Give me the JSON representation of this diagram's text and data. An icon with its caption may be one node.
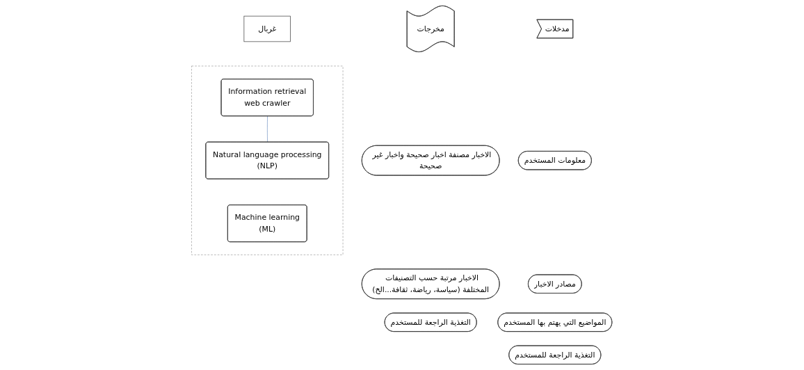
{
  "diagram": {
    "nodes": [
      {
        "text": [
          "مدخلات"
        ]
      },
      {
        "text": [
          "غربال"
        ]
      },
      {
        "text": [
          "مخرجات"
        ]
      },
      {
        "text": [],
        "shape": "box"
      },
      {
        "text": [
          "Information retrieval",
          "web crawler"
        ],
        "in": 3
      },
      {
        "text": [
          "Natural language processing",
          "(NLP)"
        ],
        "in": 3
      },
      {
        "text": [
          "Machine learning",
          "(ML)"
        ],
        "in": 3
      },
      {
        "text": [
          "معلومات المستخدم"
        ]
      },
      {
        "text": [
          "مصادر الاخبار"
        ]
      },
      {
        "text": [
          "المواضيع التي يهتم بها المستخدم"
        ]
      },
      {
        "text": [
          "التغذية الراجعة للمستخدم"
        ]
      },
      {
        "text": [
          "الاخبار مصنفة اخبار صحيحة واخبار غير صحيحة"
        ]
      },
      {
        "text": [
          "الاخبار مرتبة حسب التصنيفات المختلفة (سياسة، رياضة، ثقافة...الخ)"
        ]
      },
      {
        "text": [
          "التغذية الراجعة للمستخدم"
        ]
      }
    ],
    "edges": [
      {
        "from": 4,
        "to": 5,
        "arrow": "none"
      }
    ]
  }
}
